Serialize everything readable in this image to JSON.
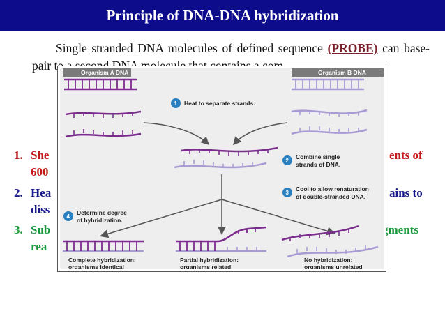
{
  "title": "Principle of DNA-DNA hybridization",
  "intro": {
    "text_before": "Single stranded DNA molecules of defined sequence",
    "probe": "(PROBE)",
    "text_after": "can base-pair to a second DNA molecule that contains a",
    "line3": "com"
  },
  "steps": [
    {
      "num": "1.",
      "left": "She",
      "left2": "600",
      "right": "ents of"
    },
    {
      "num": "2.",
      "left": "Hea",
      "left2": "diss",
      "right": "ains to"
    },
    {
      "num": "3.",
      "left": "Sub",
      "left2": "rea",
      "right": "gments"
    }
  ],
  "figure": {
    "org_a": "Organism A DNA",
    "org_b": "Organism B DNA",
    "callouts": [
      {
        "num": "1",
        "text": "Heat to separate strands."
      },
      {
        "num": "2",
        "line1": "Combine single",
        "line2": "strands of DNA."
      },
      {
        "num": "3",
        "line1": "Cool to allow renaturation",
        "line2": "of double-stranded DNA."
      },
      {
        "num": "4",
        "line1": "Determine degree",
        "line2": "of hybridization."
      }
    ],
    "outcomes": [
      {
        "line1": "Complete hybridization:",
        "line2": "organisms identical"
      },
      {
        "line1": "Partial hybridization:",
        "line2": "organisms related"
      },
      {
        "line1": "No hybridization:",
        "line2": "organisms unrelated"
      }
    ],
    "colors": {
      "strand_a": "#7b2d8e",
      "strand_b": "#a89ad4",
      "callout": "#2a7fc0",
      "header": "#7a7a7a"
    }
  }
}
